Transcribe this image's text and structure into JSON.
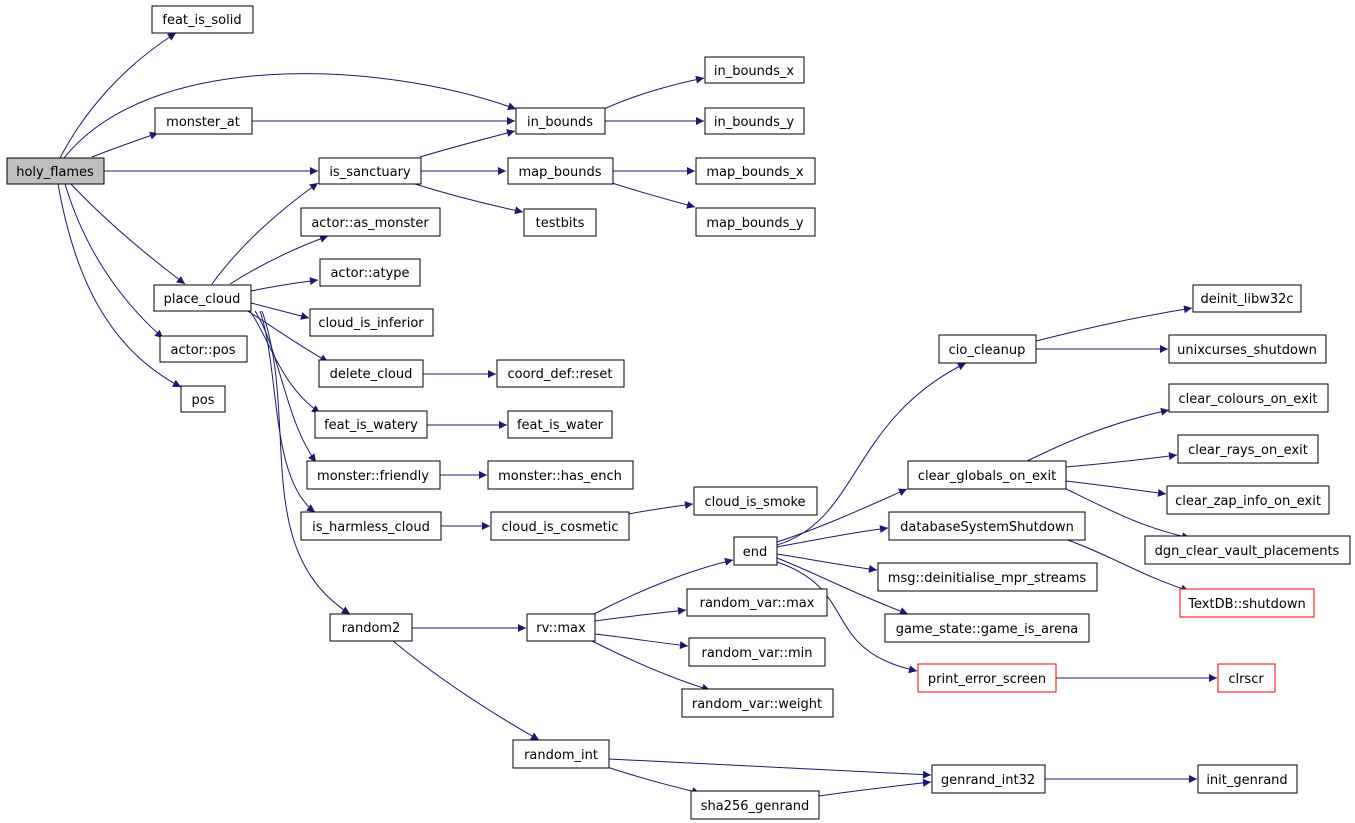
{
  "colors": {
    "edge": "#191970",
    "root_fill": "#bfbfbf",
    "external_border": "#ff0000",
    "node_border": "#000000"
  },
  "nodes": {
    "holy_flames": "holy_flames",
    "feat_is_solid": "feat_is_solid",
    "monster_at": "monster_at",
    "is_sanctuary": "is_sanctuary",
    "place_cloud": "place_cloud",
    "actor_pos": "actor::pos",
    "pos": "pos",
    "in_bounds": "in_bounds",
    "in_bounds_x": "in_bounds_x",
    "in_bounds_y": "in_bounds_y",
    "map_bounds": "map_bounds",
    "map_bounds_x": "map_bounds_x",
    "map_bounds_y": "map_bounds_y",
    "testbits": "testbits",
    "actor_as_monster": "actor::as_monster",
    "actor_atype": "actor::atype",
    "cloud_is_inferior": "cloud_is_inferior",
    "delete_cloud": "delete_cloud",
    "coord_def_reset": "coord_def::reset",
    "feat_is_watery": "feat_is_watery",
    "feat_is_water": "feat_is_water",
    "monster_friendly": "monster::friendly",
    "monster_has_ench": "monster::has_ench",
    "is_harmless_cloud": "is_harmless_cloud",
    "cloud_is_cosmetic": "cloud_is_cosmetic",
    "cloud_is_smoke": "cloud_is_smoke",
    "random2": "random2",
    "rv_max": "rv::max",
    "random_var_max": "random_var::max",
    "random_var_min": "random_var::min",
    "random_var_weight": "random_var::weight",
    "end": "end",
    "random_int": "random_int",
    "sha256_genrand": "sha256_genrand",
    "genrand_int32": "genrand_int32",
    "init_genrand": "init_genrand",
    "cio_cleanup": "cio_cleanup",
    "deinit_libw32c": "deinit_libw32c",
    "unixcurses_shutdown": "unixcurses_shutdown",
    "clear_globals_on_exit": "clear_globals_on_exit",
    "clear_colours_on_exit": "clear_colours_on_exit",
    "clear_rays_on_exit": "clear_rays_on_exit",
    "clear_zap_info_on_exit": "clear_zap_info_on_exit",
    "dgn_clear_vault_placements": "dgn_clear_vault_placements",
    "databaseSystemShutdown": "databaseSystemShutdown",
    "textdb_shutdown": "TextDB::shutdown",
    "msg_deinitialise": "msg::deinitialise_mpr_streams",
    "game_is_arena": "game_state::game_is_arena",
    "print_error_screen": "print_error_screen",
    "clrscr": "clrscr"
  }
}
